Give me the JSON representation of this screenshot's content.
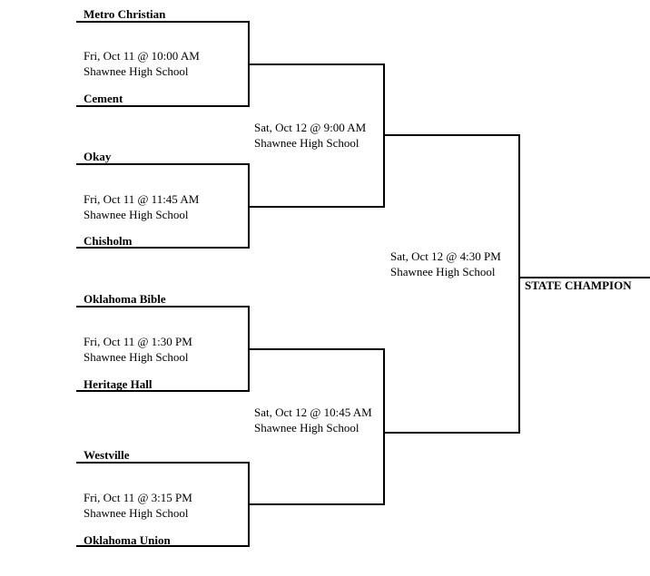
{
  "round1": [
    {
      "top_team": "Metro Christian",
      "bottom_team": "Cement",
      "date": "Fri, Oct 11 @ 10:00 AM",
      "venue": "Shawnee High School"
    },
    {
      "top_team": "Okay",
      "bottom_team": "Chisholm",
      "date": "Fri, Oct 11 @ 11:45 AM",
      "venue": "Shawnee High School"
    },
    {
      "top_team": "Oklahoma Bible",
      "bottom_team": "Heritage Hall",
      "date": "Fri, Oct 11 @ 1:30 PM",
      "venue": "Shawnee High School"
    },
    {
      "top_team": "Westville",
      "bottom_team": "Oklahoma Union",
      "date": "Fri, Oct 11 @ 3:15 PM",
      "venue": "Shawnee High School"
    }
  ],
  "round2": [
    {
      "date": "Sat, Oct 12 @ 9:00 AM",
      "venue": "Shawnee High School"
    },
    {
      "date": "Sat, Oct 12 @ 10:45 AM",
      "venue": "Shawnee High School"
    }
  ],
  "final": {
    "date": "Sat, Oct 12 @ 4:30 PM",
    "venue": "Shawnee High School"
  },
  "champion_label": "STATE CHAMPION"
}
